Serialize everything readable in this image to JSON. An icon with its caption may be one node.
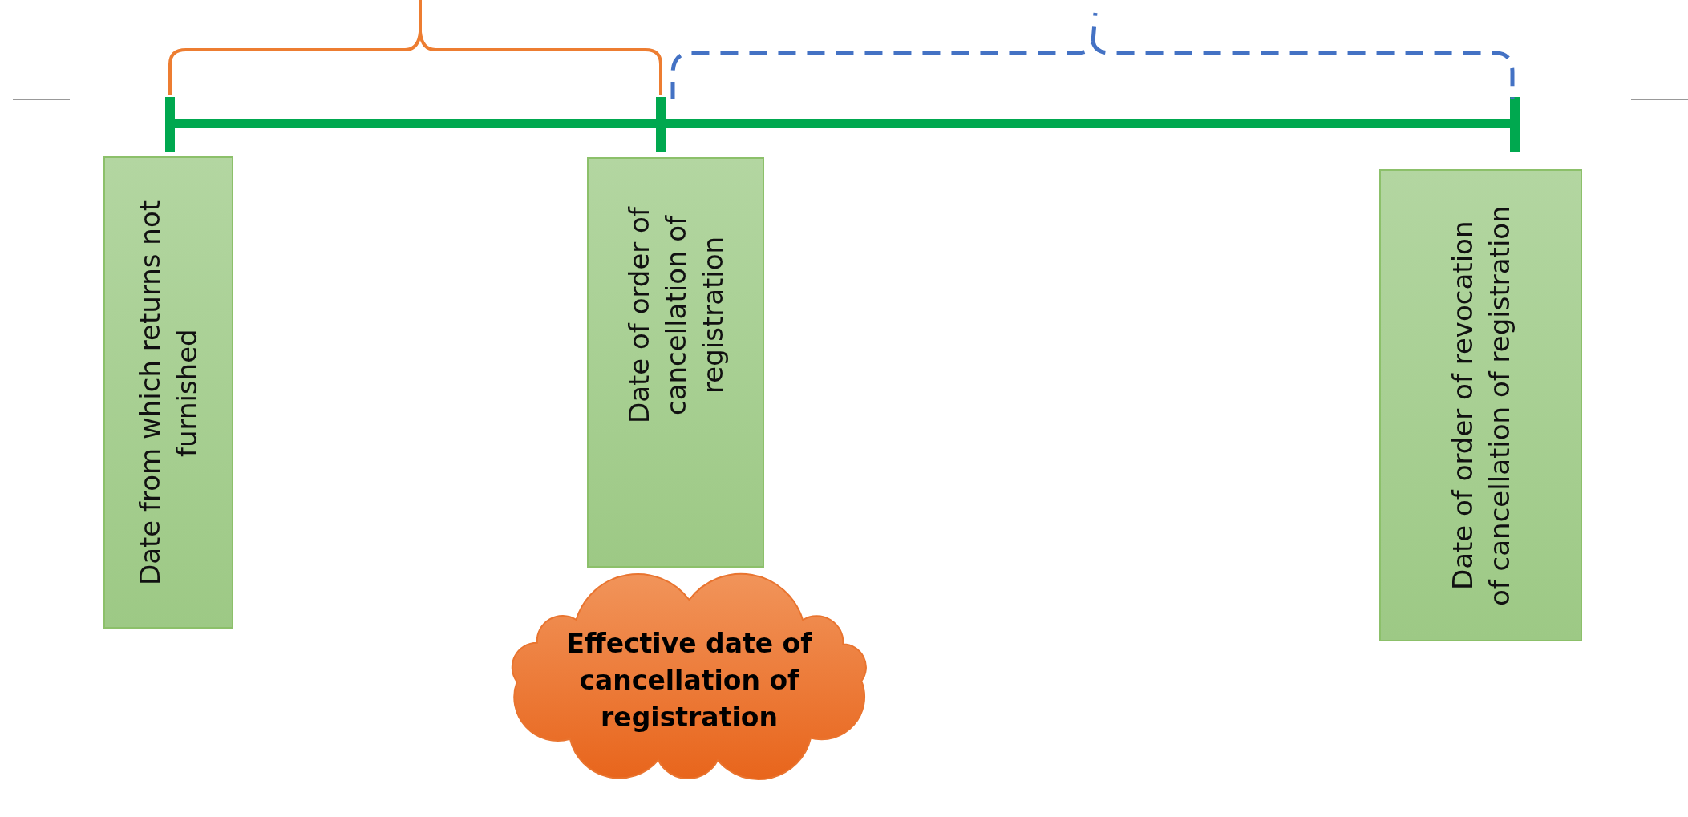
{
  "diagram": {
    "nodes": [
      {
        "text": [
          "Date from which returns not furnished"
        ]
      },
      {
        "text": [
          "Date of order of cancellation of registration"
        ]
      },
      {
        "text": [
          "Date of order of revocation of cancellation of registration"
        ]
      },
      {
        "text": [
          "Effective date of cancellation of registration"
        ]
      }
    ]
  }
}
